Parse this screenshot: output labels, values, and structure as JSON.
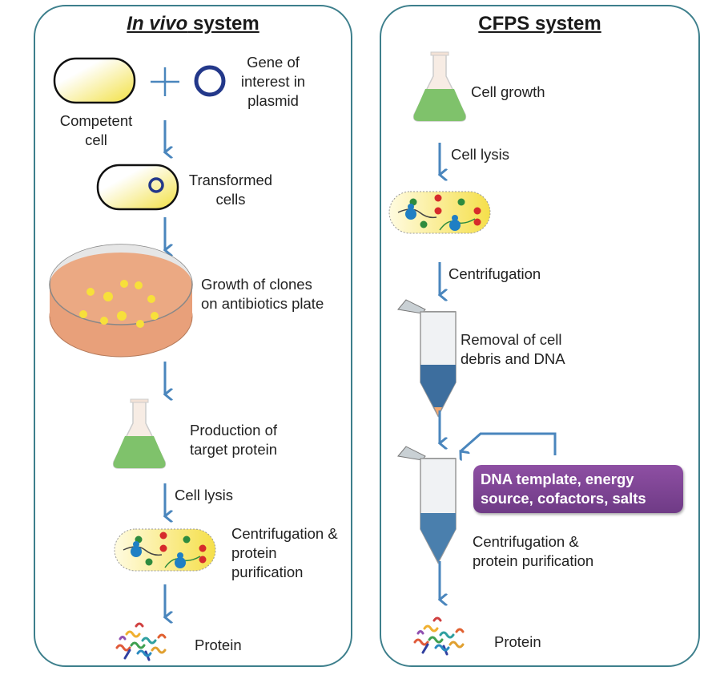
{
  "left_panel": {
    "title_italic": "In vivo",
    "title_rest": " system",
    "labels": {
      "competent_cell": "Competent cell",
      "plasmid": "Gene of interest in plasmid",
      "transformed": "Transformed cells",
      "growth": "Growth of clones on antibiotics plate",
      "production": "Production of target protein",
      "lysis": "Cell lysis",
      "purification": "Centrifugation & protein purification",
      "protein": "Protein"
    }
  },
  "right_panel": {
    "title": "CFPS system",
    "labels": {
      "cell_growth": "Cell growth",
      "lysis": "Cell lysis",
      "centrifugation": "Centrifugation",
      "removal": "Removal of cell debris and DNA",
      "additives": "DNA template, energy source, cofactors, salts",
      "purification": "Centrifugation & protein purification",
      "protein": "Protein"
    }
  },
  "colors": {
    "border": "#3d7f8c",
    "arrow": "#4a86bd",
    "plasmid": "#23388a",
    "flask_liquid": "#7fc26b",
    "plate": "#e8a07a",
    "additive_box": "#7e4596"
  }
}
